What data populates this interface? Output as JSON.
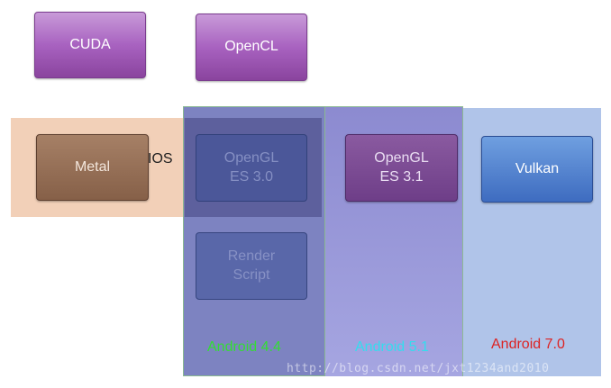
{
  "boxes": {
    "cuda": "CUDA",
    "opencl": "OpenCL",
    "metal": "Metal",
    "opengl_es30": "OpenGL\nES 3.0",
    "renderscript": "Render\nScript",
    "opengl_es31": "OpenGL\nES 3.1",
    "vulkan": "Vulkan"
  },
  "regions": {
    "ios": "IOS",
    "android_44": "Android 4.4",
    "android_51": "Android 5.1",
    "android_70": "Android 7.0"
  },
  "watermark": "http://blog.csdn.net/jxt1234and2010",
  "colors": {
    "android_44_label": "#33dd33",
    "android_51_label": "#33ddee",
    "android_70_label": "#dd2222"
  }
}
